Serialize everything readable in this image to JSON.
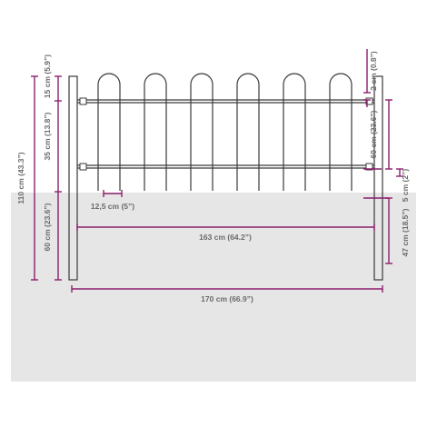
{
  "colors": {
    "ground": "#e6e6e6",
    "fence": "#3a3a3a",
    "dimension": "#8c1f6b",
    "dimension_text": "#6b6b6b"
  },
  "dimensions": {
    "total_height": "110 cm (43.3”)",
    "top_section": "35 cm (13.8”)",
    "loop_height": "15 cm (5.9”)",
    "below_ground": "60 cm (23.6”)",
    "bar_gap": "2 cm (0.8”)",
    "panel_height": "60 cm (23.6”)",
    "bottom_gap": "5 cm (2”)",
    "ground_clearance": "47 cm (18.5”)",
    "picket_spacing": "12,5 cm (5”)",
    "inner_width": "163 cm (64.2”)",
    "outer_width": "170 cm (66.9”)"
  }
}
